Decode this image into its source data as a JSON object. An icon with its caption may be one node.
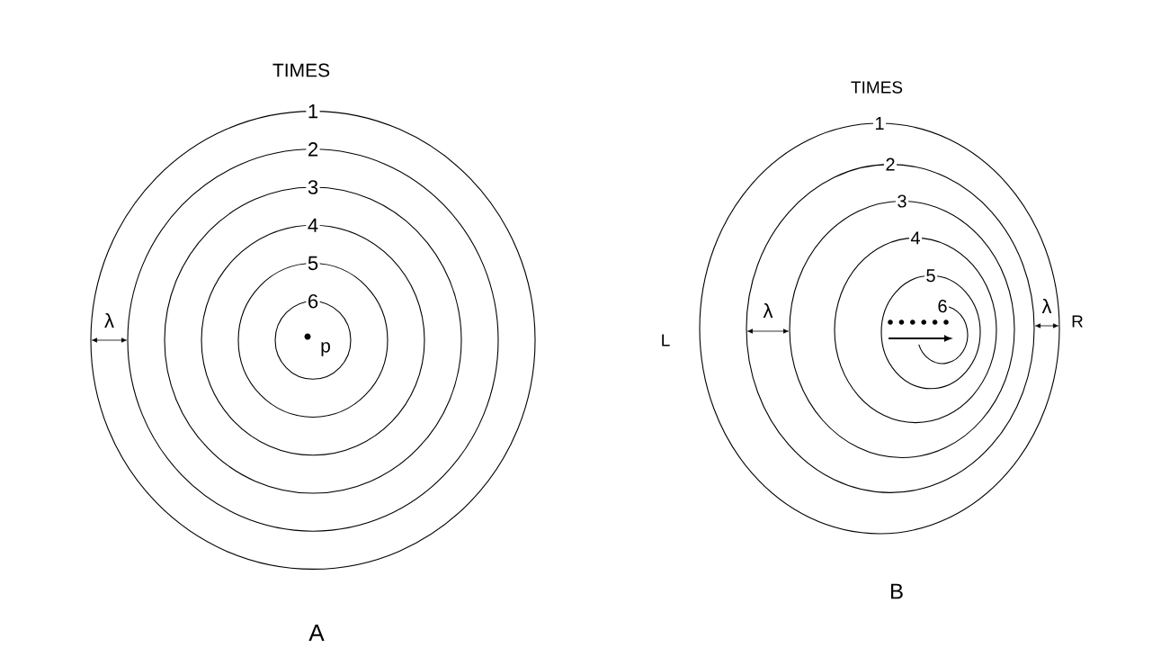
{
  "diagram": {
    "labels": [
      "TIMES",
      "1",
      "2",
      "3",
      "4",
      "5",
      "6",
      "λ",
      "p",
      "A",
      "TIMES",
      "1",
      "2",
      "3",
      "4",
      "5",
      "6",
      "L",
      "λ",
      "λ",
      "R",
      "B"
    ]
  }
}
